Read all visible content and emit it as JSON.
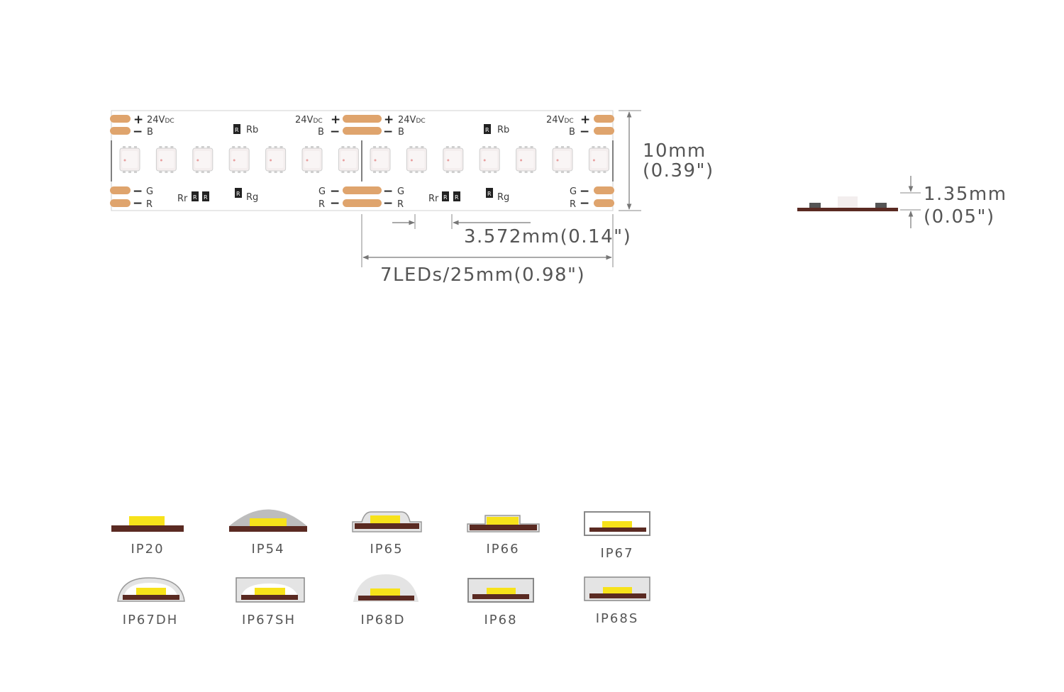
{
  "strip": {
    "voltage_label": "24V",
    "voltage_sub": "DC",
    "plus": "+",
    "minus": "−",
    "pad_labels": {
      "blue": "B",
      "green": "G",
      "red": "R"
    },
    "resistor_labels": {
      "rb": "Rb",
      "rg": "Rg",
      "rr": "Rr",
      "chip": "R"
    },
    "leds_per_segment": 7
  },
  "dimensions": {
    "width_mm": "10mm",
    "width_in": "(0.39\")",
    "pitch": "3.572mm(0.14\")",
    "segment": "7LEDs/25mm(0.98\")",
    "thickness_mm": "1.35mm",
    "thickness_in": "(0.05\")"
  },
  "colors": {
    "pad": "#dfa46d",
    "pcb": "#5a2a22",
    "led": "#f7e21a",
    "silicone": "#bdbdbd",
    "line": "#888888"
  },
  "ip_ratings": [
    {
      "label": "IP20",
      "style": "bare"
    },
    {
      "label": "IP54",
      "style": "dome"
    },
    {
      "label": "IP65",
      "style": "coat"
    },
    {
      "label": "IP66",
      "style": "step"
    },
    {
      "label": "IP67",
      "style": "tube"
    },
    {
      "label": "IP67DH",
      "style": "half-tube"
    },
    {
      "label": "IP67SH",
      "style": "square-tube"
    },
    {
      "label": "IP68D",
      "style": "full-dome"
    },
    {
      "label": "IP68",
      "style": "filled-tube"
    },
    {
      "label": "IP68S",
      "style": "solid"
    }
  ]
}
